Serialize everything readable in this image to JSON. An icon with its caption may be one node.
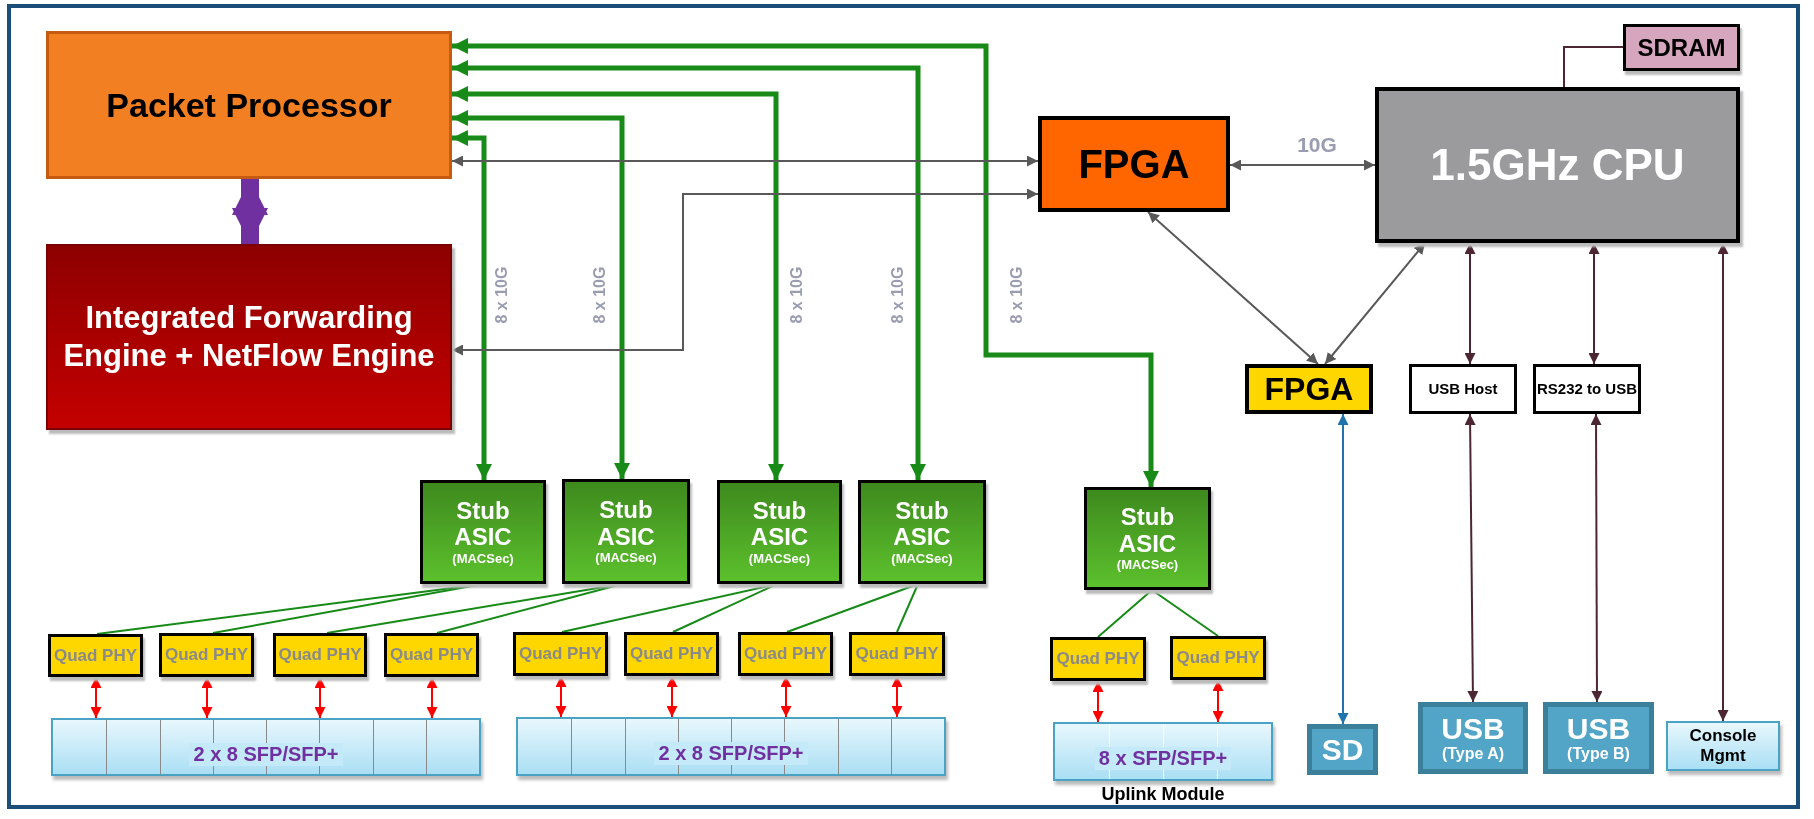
{
  "diagram": {
    "nodes": [
      {
        "text": [
          "Packet Processor"
        ]
      },
      {
        "text": [
          "SDRAM"
        ]
      },
      {
        "text": [
          "FPGA"
        ]
      },
      {
        "text": [
          "1.5GHz CPU"
        ]
      },
      {
        "text": [
          "Integrated Forwarding Engine + NetFlow Engine"
        ]
      },
      {
        "text": [
          "FPGA"
        ]
      },
      {
        "text": [
          "USB Host"
        ]
      },
      {
        "text": [
          "RS232 to USB"
        ]
      },
      {
        "text": [
          "Stub ASIC",
          "(MACSec)"
        ]
      },
      {
        "text": [
          "Stub ASIC",
          "(MACSec)"
        ]
      },
      {
        "text": [
          "Stub ASIC",
          "(MACSec)"
        ]
      },
      {
        "text": [
          "Stub ASIC",
          "(MACSec)"
        ]
      },
      {
        "text": [
          "Stub ASIC",
          "(MACSec)"
        ]
      },
      {
        "text": [
          "Quad PHY"
        ]
      },
      {
        "text": [
          "Quad PHY"
        ]
      },
      {
        "text": [
          "Quad PHY"
        ]
      },
      {
        "text": [
          "Quad PHY"
        ]
      },
      {
        "text": [
          "Quad PHY"
        ]
      },
      {
        "text": [
          "Quad PHY"
        ]
      },
      {
        "text": [
          "Quad PHY"
        ]
      },
      {
        "text": [
          "Quad PHY"
        ]
      },
      {
        "text": [
          "Quad PHY"
        ]
      },
      {
        "text": [
          "Quad PHY"
        ]
      },
      {
        "text": [
          "2 x 8 SFP/SFP+"
        ]
      },
      {
        "text": [
          "2 x 8 SFP/SFP+"
        ]
      },
      {
        "text": [
          "8 x SFP/SFP+"
        ],
        "beside": [
          "Uplink Module"
        ]
      },
      {
        "text": [
          "SD"
        ]
      },
      {
        "text": [
          "USB",
          "(Type A)"
        ]
      },
      {
        "text": [
          "USB",
          "(Type B)"
        ]
      },
      {
        "text": [
          "Console Mgmt"
        ]
      }
    ],
    "edges": [
      {
        "from": 0,
        "to": 4,
        "arrow": "both",
        "style": "thick",
        "color": "#7030a0"
      },
      {
        "from": 0,
        "to": 8,
        "arrow": "both",
        "style": "thick",
        "color": "#178a17",
        "label": "8 x 10G"
      },
      {
        "from": 0,
        "to": 9,
        "arrow": "both",
        "style": "thick",
        "color": "#178a17",
        "label": "8 x 10G"
      },
      {
        "from": 0,
        "to": 10,
        "arrow": "both",
        "style": "thick",
        "color": "#178a17",
        "label": "8 x 10G"
      },
      {
        "from": 0,
        "to": 11,
        "arrow": "both",
        "style": "thick",
        "color": "#178a17",
        "label": "8 x 10G"
      },
      {
        "from": 0,
        "to": 12,
        "arrow": "both",
        "style": "thick",
        "color": "#178a17",
        "label": "8 x 10G"
      },
      {
        "from": 0,
        "to": 2,
        "arrow": "both",
        "color": "#595959"
      },
      {
        "from": 4,
        "to": 2,
        "arrow": "both",
        "color": "#595959"
      },
      {
        "from": 2,
        "to": 3,
        "arrow": "both",
        "color": "#595959",
        "label": "10G"
      },
      {
        "from": 2,
        "to": 5,
        "arrow": "both",
        "color": "#595959"
      },
      {
        "from": 3,
        "to": 5,
        "arrow": "both",
        "color": "#595959"
      },
      {
        "from": 3,
        "to": 1,
        "arrow": "none",
        "color": "#4d2633"
      },
      {
        "from": 3,
        "to": 6,
        "arrow": "both",
        "color": "#4d2633"
      },
      {
        "from": 3,
        "to": 7,
        "arrow": "both",
        "color": "#4d2633"
      },
      {
        "from": 3,
        "to": 29,
        "arrow": "both",
        "color": "#4d2633"
      },
      {
        "from": 5,
        "to": 26,
        "arrow": "both",
        "color": "#1f74ad"
      },
      {
        "from": 6,
        "to": 27,
        "arrow": "both",
        "color": "#4d2633"
      },
      {
        "from": 7,
        "to": 28,
        "arrow": "both",
        "color": "#4d2633"
      },
      {
        "from": 8,
        "to": 13,
        "arrow": "none"
      },
      {
        "from": 8,
        "to": 14,
        "arrow": "none"
      },
      {
        "from": 9,
        "to": 15,
        "arrow": "none"
      },
      {
        "from": 9,
        "to": 16,
        "arrow": "none"
      },
      {
        "from": 10,
        "to": 17,
        "arrow": "none"
      },
      {
        "from": 10,
        "to": 18,
        "arrow": "none"
      },
      {
        "from": 11,
        "to": 19,
        "arrow": "none"
      },
      {
        "from": 11,
        "to": 20,
        "arrow": "none"
      },
      {
        "from": 12,
        "to": 21,
        "arrow": "none"
      },
      {
        "from": 12,
        "to": 22,
        "arrow": "none"
      },
      {
        "from": 13,
        "to": 23,
        "arrow": "both",
        "color": "#ff0000"
      },
      {
        "from": 14,
        "to": 23,
        "arrow": "both",
        "color": "#ff0000"
      },
      {
        "from": 15,
        "to": 23,
        "arrow": "both",
        "color": "#ff0000"
      },
      {
        "from": 16,
        "to": 23,
        "arrow": "both",
        "color": "#ff0000"
      },
      {
        "from": 17,
        "to": 24,
        "arrow": "both",
        "color": "#ff0000"
      },
      {
        "from": 18,
        "to": 24,
        "arrow": "both",
        "color": "#ff0000"
      },
      {
        "from": 19,
        "to": 24,
        "arrow": "both",
        "color": "#ff0000"
      },
      {
        "from": 20,
        "to": 24,
        "arrow": "both",
        "color": "#ff0000"
      },
      {
        "from": 21,
        "to": 25,
        "arrow": "both",
        "color": "#ff0000"
      },
      {
        "from": 22,
        "to": 25,
        "arrow": "both",
        "color": "#ff0000"
      }
    ]
  }
}
